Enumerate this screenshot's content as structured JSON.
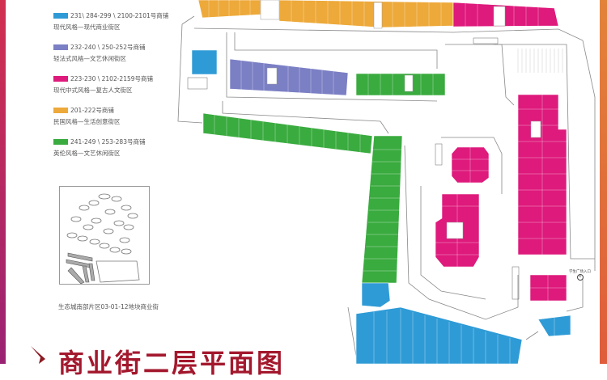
{
  "legend": [
    {
      "code": "231\\ 284-299 \\ 2100-2101号商铺",
      "desc": "现代风格—现代商业街区",
      "color": "#2f9bd6"
    },
    {
      "code": "232-240 \\ 250-252号商铺",
      "desc": "轻法式风格—文艺休闲街区",
      "color": "#7b7fc4"
    },
    {
      "code": "223-230 \\ 2102-2159号商铺",
      "desc": "现代中式风格—复古人文街区",
      "color": "#de1a7c"
    },
    {
      "code": "201-222号商铺",
      "desc": "民国风格—生活创意街区",
      "color": "#eda93a"
    },
    {
      "code": "241-249 \\ 253-283号商铺",
      "desc": "英伦风格—文艺休闲街区",
      "color": "#3aab3f"
    }
  ],
  "inset_caption": "生态城南部片区03-01-12地块商业街",
  "page_title": "商业街二层平面图",
  "entrance_label": "学生广场入口",
  "entrance_number": "4",
  "colors": {
    "title": "#a3182d",
    "left_band": "#c02a5a",
    "right_band": "#e0703a"
  }
}
